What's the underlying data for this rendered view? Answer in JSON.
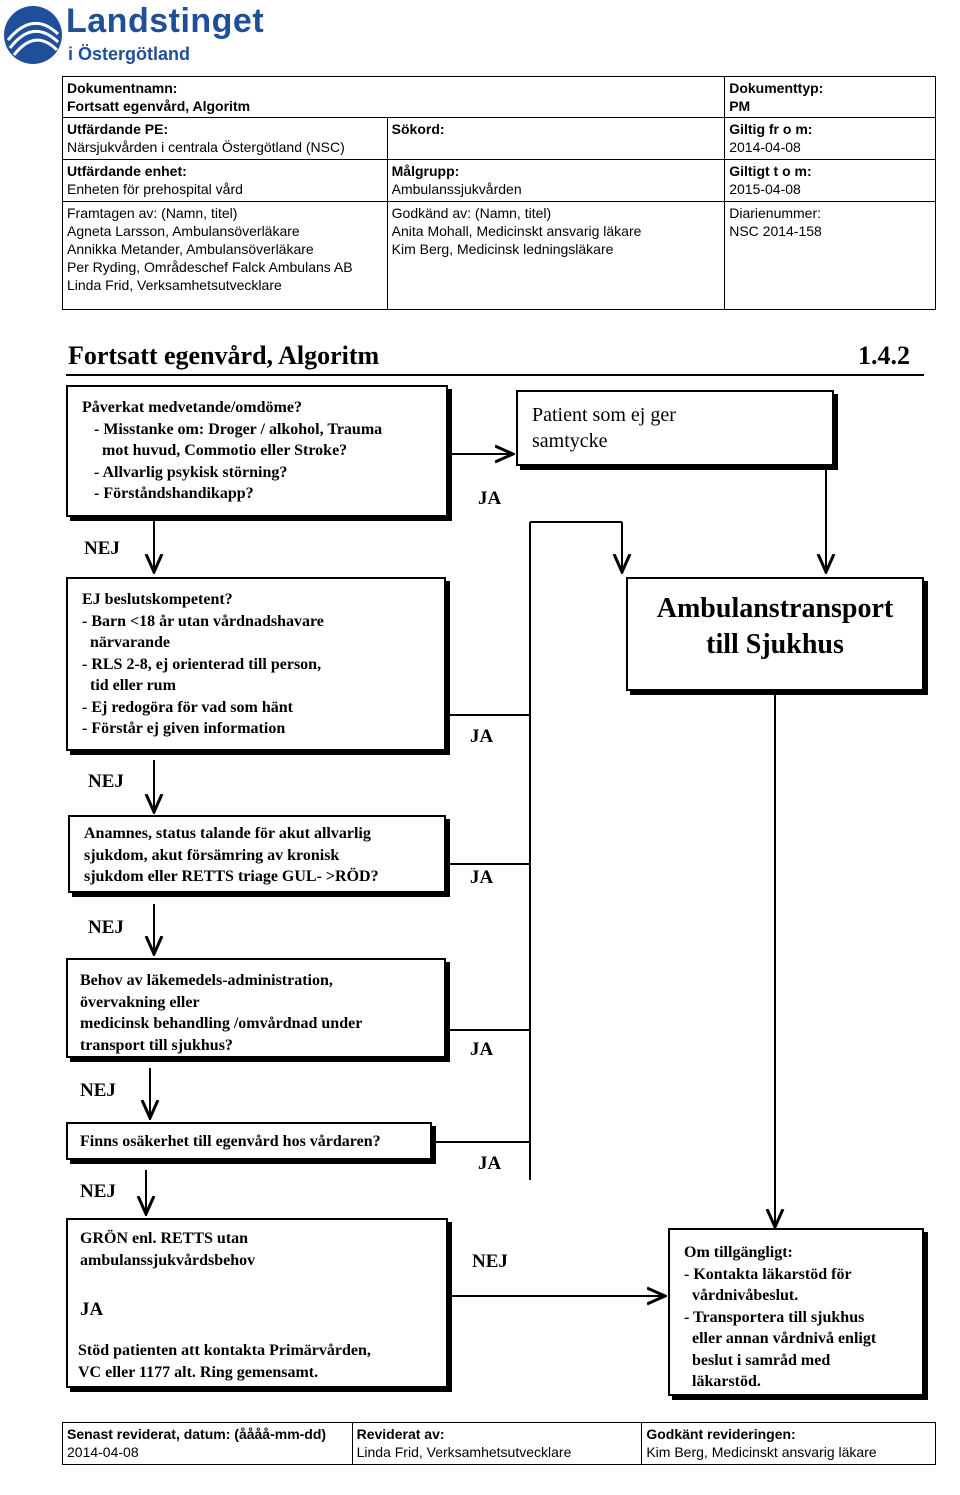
{
  "logo": {
    "name": "Landstinget",
    "sub": "i Östergötland"
  },
  "header": {
    "doc_name_label": "Dokumentnamn:",
    "doc_name_value": "Fortsatt egenvård, Algoritm",
    "doc_type_label": "Dokumenttyp:",
    "doc_type_value": "PM",
    "issuing_pe_label": "Utfärdande PE:",
    "issuing_pe_value": "Närsjukvården i centrala Östergötland (NSC)",
    "keywords_label": "Sökord:",
    "valid_from_label": "Giltig fr o m:",
    "valid_from_value": "2014-04-08",
    "issuing_unit_label": "Utfärdande enhet:",
    "issuing_unit_value": "Enheten för prehospital vård",
    "target_group_label": "Målgrupp:",
    "target_group_value": "Ambulanssjukvården",
    "valid_to_label": "Giltigt t o m:",
    "valid_to_value": "2015-04-08",
    "developed_by_label": "Framtagen av: (Namn, titel)",
    "developed_by": [
      "Agneta Larsson, Ambulansöverläkare",
      "Annikka Metander, Ambulansöverläkare",
      "Per Ryding, Områdeschef Falck Ambulans AB",
      "Linda Frid, Verksamhetsutvecklare"
    ],
    "approved_by_label": "Godkänd av: (Namn, titel)",
    "approved_by": [
      "Anita Mohall, Medicinskt ansvarig läkare",
      "Kim Berg, Medicinsk ledningsläkare"
    ],
    "registry_label": "Diarienummer:",
    "registry_value": "NSC 2014-158"
  },
  "title": "Fortsatt egenvård, Algoritm",
  "title_number": "1.4.2",
  "flow": {
    "q1": [
      "Påverkat medvetande/omdöme?",
      "- Misstanke om: Droger / alkohol, Trauma",
      "  mot huvud, Commotio eller Stroke?",
      "- Allvarlig psykisk störning?",
      "- Förståndshandikapp?"
    ],
    "no_consent": [
      "Patient som ej ger",
      "samtycke"
    ],
    "q2": [
      "EJ beslutskompetent?",
      "- Barn <18 år utan vårdnadshavare",
      "  närvarande",
      "- RLS 2-8, ej orienterad till person,",
      "  tid eller rum",
      "- Ej redogöra för vad som hänt",
      "- Förstår ej given information"
    ],
    "ambulance": [
      "Ambulanstransport",
      "till Sjukhus"
    ],
    "q3": [
      "Anamnes, status talande för akut allvarlig",
      "sjukdom, akut försämring av kronisk",
      "sjukdom eller RETTS triage GUL- >RÖD?"
    ],
    "q4": [
      "Behov av läkemedels-administration,",
      "övervakning eller",
      "medicinsk behandling /omvårdnad under",
      "transport till sjukhus?"
    ],
    "q5": [
      "Finns osäkerhet till egenvård hos vårdaren?"
    ],
    "q6": [
      "GRÖN enl. RETTS utan",
      "ambulanssjukvårdsbehov"
    ],
    "support": [
      "Stöd patienten att kontakta Primärvården,",
      "VC eller 1177 alt. Ring gemensamt."
    ],
    "if_available": [
      "Om tillgängligt:",
      "- Kontakta läkarstöd för",
      "  vårdnivåbeslut.",
      "- Transportera till sjukhus",
      "  eller annan vårdnivå enligt",
      "  beslut i samråd med",
      "  läkarstöd."
    ],
    "ja": "JA",
    "nej": "NEJ"
  },
  "footer": {
    "revised_date_label": "Senast reviderat, datum: (åååå-mm-dd)",
    "revised_date_value": "2014-04-08",
    "revised_by_label": "Reviderat av:",
    "revised_by_value": "Linda Frid, Verksamhetsutvecklare",
    "approved_rev_label": "Godkänt revideringen:",
    "approved_rev_value": "Kim Berg, Medicinskt ansvarig läkare"
  }
}
